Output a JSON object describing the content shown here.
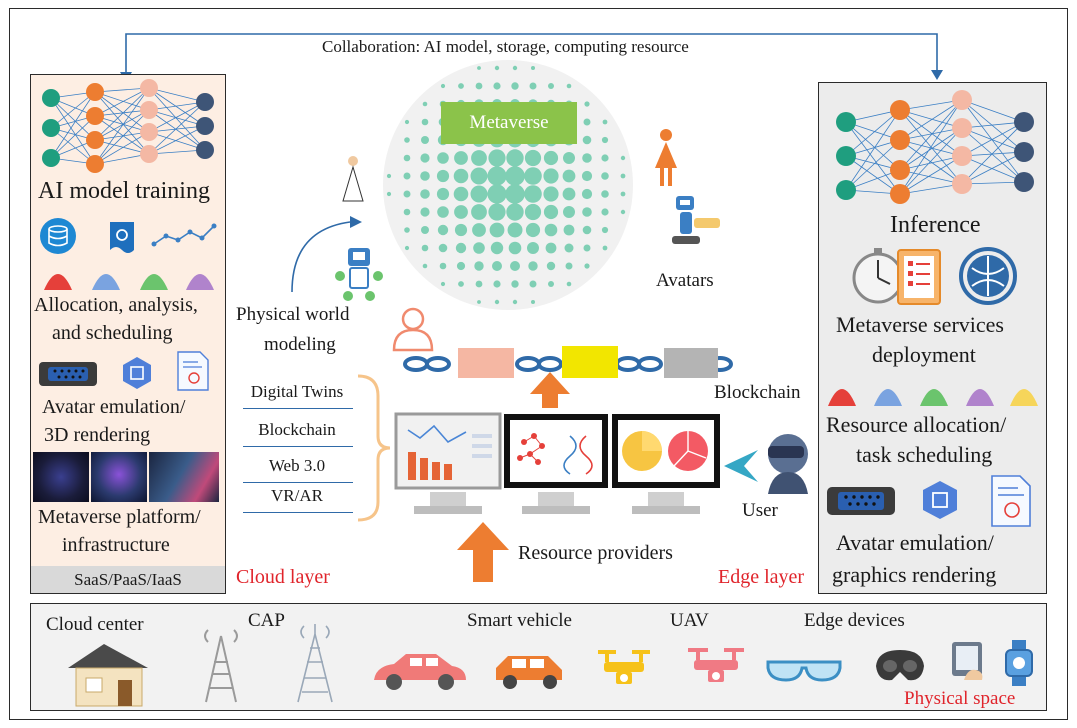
{
  "collaboration_label": "Collaboration: AI model, storage, computing resource",
  "metaverse_label": "Metaverse",
  "avatars_label": "Avatars",
  "physical_modeling_label_1": "Physical world",
  "physical_modeling_label_2": "modeling",
  "blockchain_label": "Blockchain",
  "tech_stack": [
    "Digital Twins",
    "Blockchain",
    "Web 3.0",
    "VR/AR"
  ],
  "user_label": "User",
  "resource_providers_label": "Resource providers",
  "cloud_layer_label": "Cloud layer",
  "edge_layer_label": "Edge layer",
  "left_panel": {
    "title": "AI model training",
    "allocation_1": "Allocation, analysis,",
    "allocation_2": "and scheduling",
    "avatar_1": "Avatar emulation/",
    "avatar_2": "3D rendering",
    "platform_1": "Metaverse platform/",
    "platform_2": "infrastructure",
    "saas": "SaaS/PaaS/IaaS"
  },
  "right_panel": {
    "title": "Inference",
    "services_1": "Metaverse services",
    "services_2": "deployment",
    "resource_1": "Resource allocation/",
    "resource_2": "task scheduling",
    "avatar_1": "Avatar emulation/",
    "avatar_2": "graphics rendering"
  },
  "bottom_panel": {
    "cloud_center": "Cloud center",
    "cap": "CAP",
    "smart_vehicle": "Smart vehicle",
    "uav": "UAV",
    "edge_devices": "Edge devices",
    "physical_space": "Physical space"
  },
  "colors": {
    "left_panel_bg": "#fdeee3",
    "right_panel_bg": "#ececec",
    "metaverse_green": "#8bc34a",
    "dot_teal": "#7fcfb4",
    "arrow_orange": "#ed7d31",
    "label_red": "#e0242b",
    "link_blue": "#2f6aa8"
  }
}
